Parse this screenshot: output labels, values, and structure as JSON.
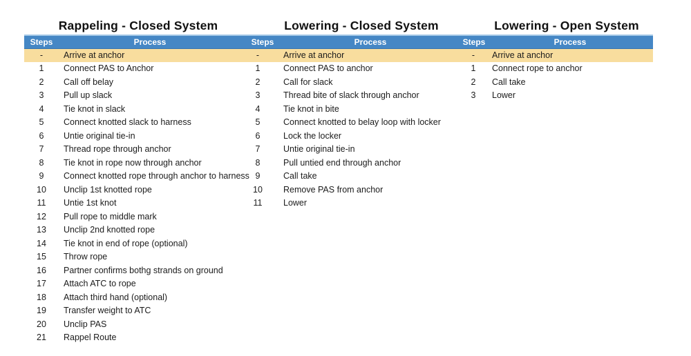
{
  "colors": {
    "header_bg": "#4587c5",
    "header_top_line": "#a5c9e8",
    "header_underline": "#3674b0",
    "highlight_bg": "#f8dd9e",
    "header_text": "#ffffff",
    "body_text": "#1b1b1b",
    "title_text": "#111111",
    "page_bg": "#ffffff"
  },
  "tables": [
    {
      "title": "Rappeling - Closed System",
      "steps_header": "Steps",
      "process_header": "Process",
      "highlight": {
        "step": "-",
        "process": "Arrive at anchor"
      },
      "rows": [
        {
          "step": "1",
          "process": "Connect PAS to Anchor"
        },
        {
          "step": "2",
          "process": "Call off belay"
        },
        {
          "step": "3",
          "process": "Pull up slack"
        },
        {
          "step": "4",
          "process": "Tie knot in slack"
        },
        {
          "step": "5",
          "process": "Connect knotted slack to harness"
        },
        {
          "step": "6",
          "process": "Untie original tie-in"
        },
        {
          "step": "7",
          "process": "Thread rope through anchor"
        },
        {
          "step": "8",
          "process": "Tie knot in rope now through anchor"
        },
        {
          "step": "9",
          "process": "Connect knotted rope through anchor to harness"
        },
        {
          "step": "10",
          "process": "Unclip 1st knotted rope"
        },
        {
          "step": "11",
          "process": "Untie 1st knot"
        },
        {
          "step": "12",
          "process": "Pull rope to middle mark"
        },
        {
          "step": "13",
          "process": "Unclip 2nd knotted rope"
        },
        {
          "step": "14",
          "process": "Tie knot in end of rope (optional)"
        },
        {
          "step": "15",
          "process": "Throw rope"
        },
        {
          "step": "16",
          "process": "Partner confirms bothg strands on ground"
        },
        {
          "step": "17",
          "process": "Attach ATC to rope"
        },
        {
          "step": "18",
          "process": "Attach third hand (optional)"
        },
        {
          "step": "19",
          "process": "Transfer weight to ATC"
        },
        {
          "step": "20",
          "process": "Unclip PAS"
        },
        {
          "step": "21",
          "process": "Rappel Route"
        }
      ]
    },
    {
      "title": "Lowering - Closed System",
      "steps_header": "Steps",
      "process_header": "Process",
      "highlight": {
        "step": "-",
        "process": "Arrive at anchor"
      },
      "rows": [
        {
          "step": "1",
          "process": "Connect PAS to anchor"
        },
        {
          "step": "2",
          "process": "Call for slack"
        },
        {
          "step": "3",
          "process": "Thread bite of slack through anchor"
        },
        {
          "step": "4",
          "process": "Tie knot in bite"
        },
        {
          "step": "5",
          "process": "Connect knotted to belay loop with locker"
        },
        {
          "step": "6",
          "process": "Lock the locker"
        },
        {
          "step": "7",
          "process": "Untie original tie-in"
        },
        {
          "step": "8",
          "process": "Pull untied end through anchor"
        },
        {
          "step": "9",
          "process": "Call take"
        },
        {
          "step": "10",
          "process": "Remove PAS from anchor"
        },
        {
          "step": "11",
          "process": "Lower"
        }
      ]
    },
    {
      "title": "Lowering - Open System",
      "steps_header": "Steps",
      "process_header": "Process",
      "highlight": {
        "step": "-",
        "process": "Arrive at anchor"
      },
      "rows": [
        {
          "step": "1",
          "process": "Connect rope to anchor"
        },
        {
          "step": "2",
          "process": "Call take"
        },
        {
          "step": "3",
          "process": "Lower"
        }
      ]
    }
  ]
}
